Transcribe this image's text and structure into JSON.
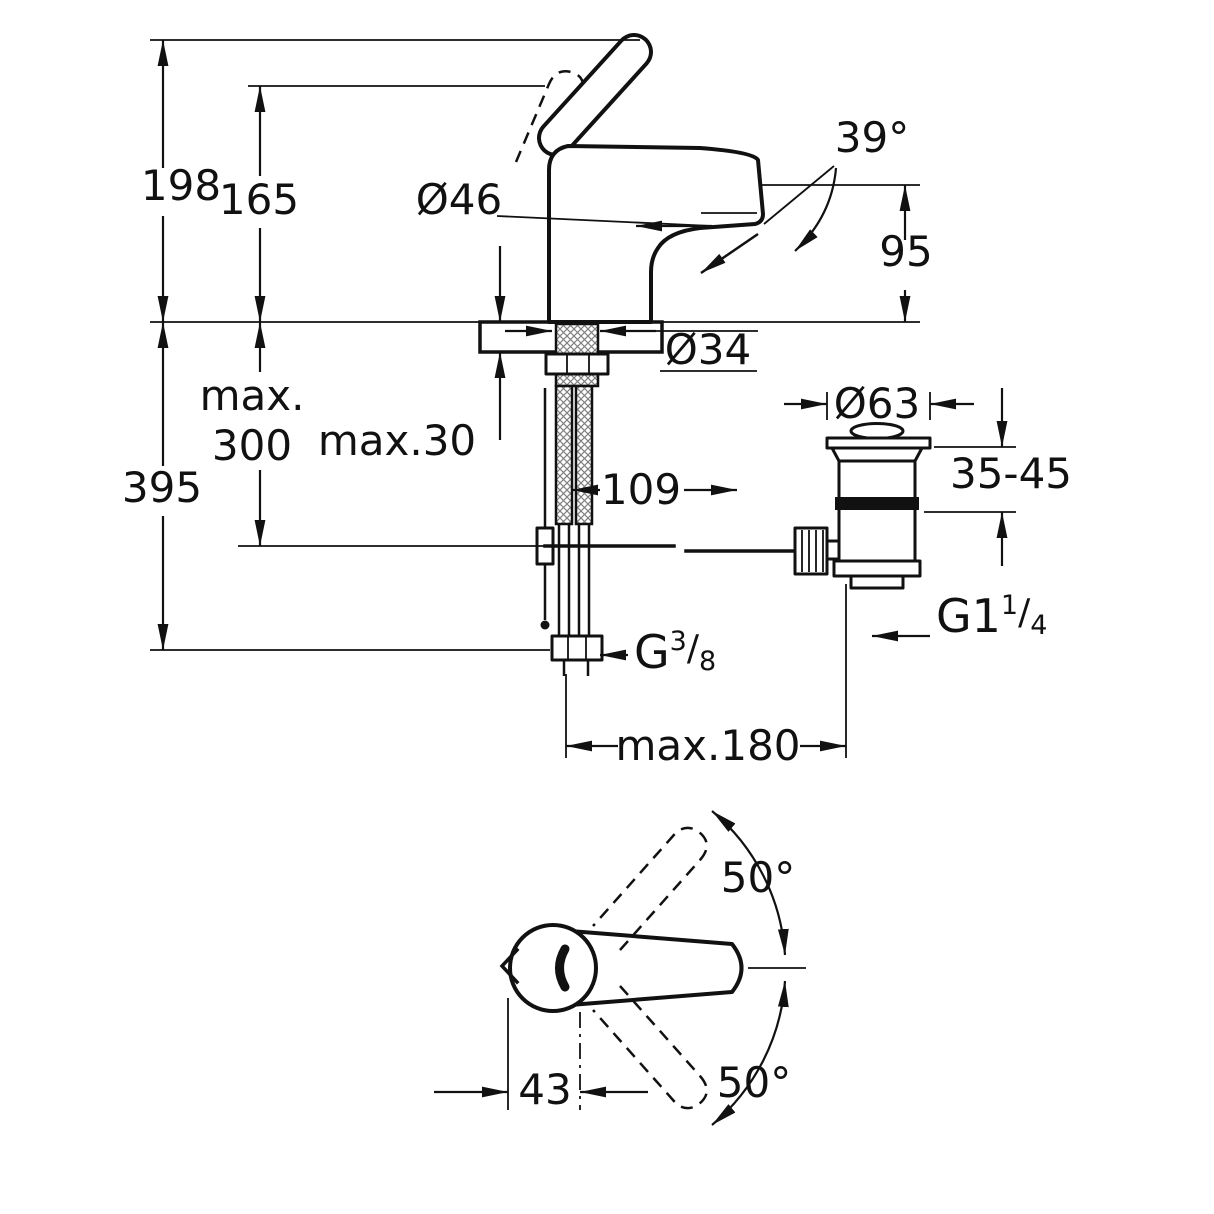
{
  "page": {
    "background": "#ffffff",
    "line_color": "#111111"
  },
  "drawing": {
    "name": "basin-mixer-technical-dimension-drawing",
    "dims": {
      "h198": "198",
      "h165": "165",
      "d46": "Ø46",
      "a39": "39°",
      "h95": "95",
      "d34": "Ø34",
      "max_word": "max.",
      "max_300": "300",
      "max30": "max.30",
      "h395": "395",
      "w109": "109",
      "d63": "Ø63",
      "r3545": "35-45",
      "g38": {
        "prefix": "G",
        "num": "3",
        "slash": "/",
        "den": "8"
      },
      "g114": {
        "prefix": "G1",
        "num": "1",
        "slash": "/",
        "den": "4"
      },
      "max180": "max.180",
      "a50_top": "50°",
      "a50_bottom": "50°",
      "w43": "43"
    }
  }
}
